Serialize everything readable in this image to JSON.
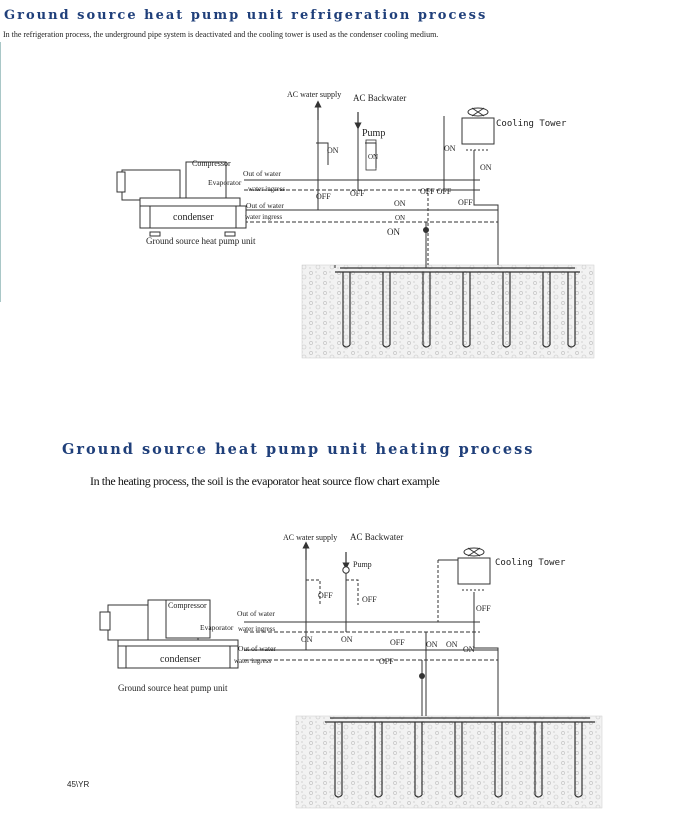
{
  "refrigeration": {
    "title": "Ground source heat pump unit refrigeration process",
    "subtitle": "In the refrigeration process, the underground pipe system is deactivated and the cooling tower is used as the condenser cooling medium.",
    "labels": {
      "ac_water_supply": "AC water supply",
      "ac_backwater": "AC Backwater",
      "pump": "Pump",
      "cooling_tower": "Cooling Tower",
      "compressor": "Compressor",
      "evaporator": "Evaporator",
      "condenser": "condenser",
      "unit_caption": "Ground source heat pump unit",
      "out_of_water_1": "Out of water",
      "water_ingress_1": "water ingress",
      "out_of_water_2": "Out of water",
      "water_ingress_2": "water ingress"
    },
    "valves": {
      "v1": "ON",
      "v2": "ON",
      "v3": "ON",
      "v4": "ON",
      "v5": "OFF",
      "v6": "OFF",
      "v7": "OFF OFF",
      "v8": "OFF",
      "v9": "ON",
      "v10": "ON",
      "v11": "ON"
    }
  },
  "heating": {
    "title": "Ground source heat pump unit heating process",
    "subtitle": "In the heating process, the soil is the evaporator heat source flow chart example",
    "labels": {
      "ac_water_supply": "AC water supply",
      "ac_backwater": "AC Backwater",
      "pump": "Pump",
      "cooling_tower": "Cooling Tower",
      "compressor": "Compressor",
      "evaporator": "Evaporator",
      "condenser": "condenser",
      "unit_caption": "Ground source heat pump unit",
      "out_of_water_1": "Out of water",
      "water_ingress_1": "water ingress",
      "out_of_water_2": "Out of water",
      "water_ingress_2": "water ingress"
    },
    "valves": {
      "v1": "OFF",
      "v2": "OFF",
      "v3": "OFF",
      "v4": "ON",
      "v5": "ON",
      "v6": "OFF",
      "v7": "ON",
      "v8": "ON",
      "v9": "ON",
      "v10": "OFF"
    }
  },
  "footer": "45\\YR",
  "colors": {
    "title": "#1f3f7a",
    "line": "#333333",
    "soil": "#d8d8d8"
  }
}
